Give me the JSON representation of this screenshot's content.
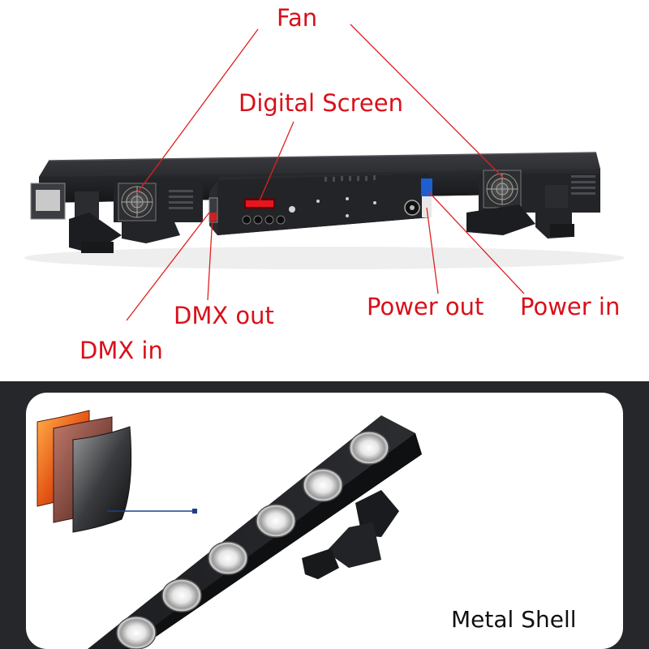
{
  "colors": {
    "callout": "#d9101a",
    "leader": "#e02020",
    "bottom_frame": "#26272b",
    "device_body": "#1a1b1e",
    "led_segment": "#e8151f",
    "dmx_plug": "#1d5fd1",
    "shell_link": "#1d3f8a"
  },
  "top": {
    "callouts": {
      "fan": "Fan",
      "digital_screen": "Digital Screen",
      "dmx_out": "DMX out",
      "dmx_in": "DMX in",
      "power_out": "Power out",
      "power_in": "Power in"
    },
    "icons": [
      "fan-icon",
      "led-display-icon",
      "xlr-connector-icon",
      "powercon-connector-icon",
      "mounting-bracket-icon"
    ]
  },
  "bottom": {
    "caption": "Metal Shell",
    "icons": [
      "metal-layers-icon",
      "led-lens-icon",
      "mounting-bracket-icon"
    ]
  }
}
